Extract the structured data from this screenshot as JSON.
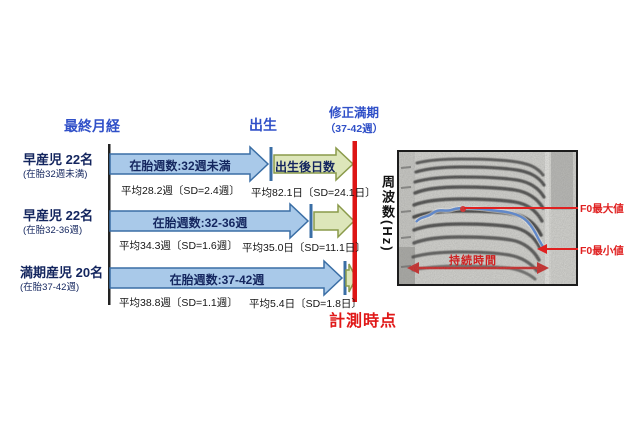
{
  "diagram": {
    "milestones": {
      "last_menstruation": "最終月経",
      "birth": "出生",
      "corrected_term": "修正満期",
      "corrected_term_sub": "（37-42週）",
      "measurement_point": "計測時点"
    },
    "rows": [
      {
        "group": "早産児 22名",
        "group_sub": "(在胎32週未満)",
        "gestation_label": "在胎週数:32週未満",
        "gestation_mean": "平均28.2週〔SD=2.4週〕",
        "postnatal_label": "出生後日数",
        "postnatal_mean": "平均82.1日〔SD=24.1日〕"
      },
      {
        "group": "早産児 22名",
        "group_sub": "(在胎32-36週)",
        "gestation_label": "在胎週数:32-36週",
        "gestation_mean": "平均34.3週〔SD=1.6週〕",
        "postnatal_label": "",
        "postnatal_mean": "平均35.0日〔SD=11.1日〕"
      },
      {
        "group": "満期産児 20名",
        "group_sub": "(在胎37-42週)",
        "gestation_label": "在胎週数:37-42週",
        "gestation_mean": "平均38.8週〔SD=1.1週〕",
        "postnatal_label": "",
        "postnatal_mean": "平均5.4日〔SD=1.8日〕"
      }
    ]
  },
  "spectrogram": {
    "ylabel": "周波数(Hz)",
    "annotations": {
      "f0_max": "F0最大値",
      "f0_min": "F0最小値",
      "duration": "持続時間"
    }
  },
  "colors": {
    "arrow_blue": "#a9c9e9",
    "arrow_blue_border": "#3a6ea5",
    "arrow_green": "#dde6ba",
    "arrow_green_border": "#8a9a4a",
    "timeline_red": "#dd1515",
    "label_blue": "#3050c8",
    "label_navy": "#13255e",
    "annotation_red": "#e02020"
  }
}
